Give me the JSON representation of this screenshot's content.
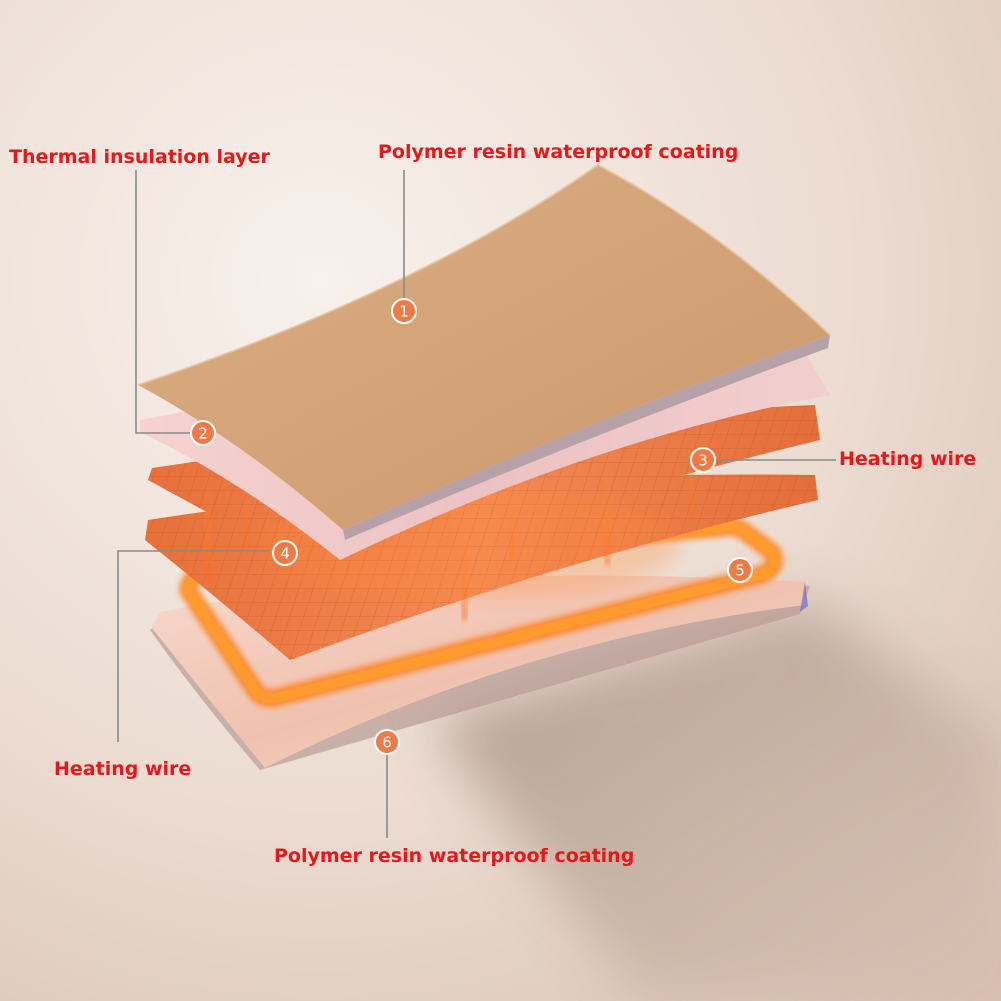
{
  "colors": {
    "label_text": "#e5191c",
    "leader_line": "#8a8a8a",
    "marker_fill": "#f07a45",
    "marker_stroke": "#ffffff",
    "background_light": "#f6eee9",
    "background_dark": "#c8a795",
    "top_layer": "#d6a57a",
    "insulation_layer": "#ecd8da",
    "heating_mesh": "#e8743c",
    "heating_wire_loop": "#ff8a1e",
    "bottom_plate": "#f1c7b6"
  },
  "callouts": [
    {
      "number": "1",
      "label": "Polymer resin waterproof coating"
    },
    {
      "number": "2",
      "label": "Thermal insulation layer"
    },
    {
      "number": "3",
      "label": "Heating wire"
    },
    {
      "number": "4",
      "label": "Heating wire"
    },
    {
      "number": "5",
      "label": ""
    },
    {
      "number": "6",
      "label": "Polymer resin waterproof coating"
    }
  ]
}
